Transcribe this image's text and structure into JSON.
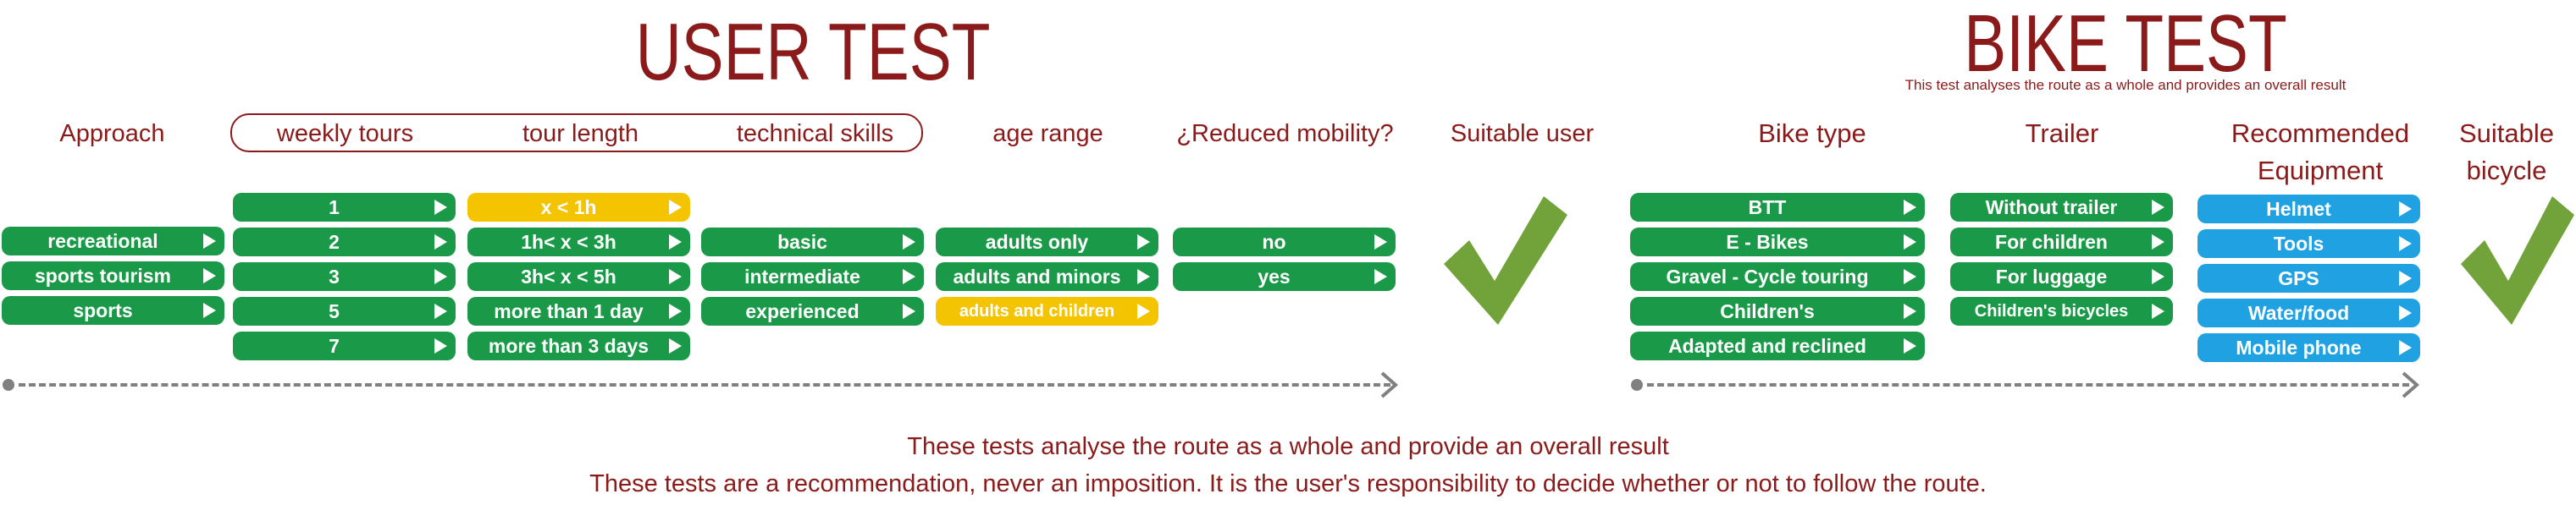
{
  "colors": {
    "title": "#8b1a1a",
    "green": "#1a9a48",
    "yellow": "#f5c400",
    "blue": "#1fa1e2",
    "check": "#72a33a",
    "line": "#808080"
  },
  "user_test": {
    "title": "USER TEST",
    "headers": {
      "approach": "Approach",
      "weekly_tours": "weekly tours",
      "tour_length": "tour length",
      "technical_skills": "technical skills",
      "age_range": "age range",
      "reduced_mobility": "¿Reduced mobility?",
      "suitable_user": "Suitable user"
    },
    "approach": [
      "recreational",
      "sports tourism",
      "sports"
    ],
    "weekly_tours": [
      "1",
      "2",
      "3",
      "5",
      "7"
    ],
    "tour_length": [
      "x < 1h",
      "1h< x < 3h",
      "3h< x < 5h",
      "more than 1 day",
      "more than 3 days"
    ],
    "technical_skills": [
      "basic",
      "intermediate",
      "experienced"
    ],
    "age_range": [
      "adults only",
      "adults and minors",
      "adults and children"
    ],
    "reduced_mobility": [
      "no",
      "yes"
    ],
    "check_icon": "checkmark-icon"
  },
  "bike_test": {
    "title": "BIKE TEST",
    "subtitle": "This test analyses the route as a whole and provides an overall result",
    "headers": {
      "bike_type": "Bike type",
      "trailer": "Trailer",
      "equipment_1": "Recommended",
      "equipment_2": "Equipment",
      "suitable_1": "Suitable",
      "suitable_2": "bicycle"
    },
    "bike_type": [
      "BTT",
      "E - Bikes",
      "Gravel - Cycle touring",
      "Children's",
      "Adapted and reclined"
    ],
    "trailer": [
      "Without trailer",
      "For children",
      "For luggage",
      "Children's bicycles"
    ],
    "equipment": [
      "Helmet",
      "Tools",
      "GPS",
      "Water/food",
      "Mobile phone"
    ],
    "check_icon": "checkmark-icon"
  },
  "footer": {
    "line1": "These tests analyse the route as a whole and provide an overall result",
    "line2": "These tests are a recommendation, never an imposition. It is the user's responsibility to decide whether or not to follow the route."
  }
}
